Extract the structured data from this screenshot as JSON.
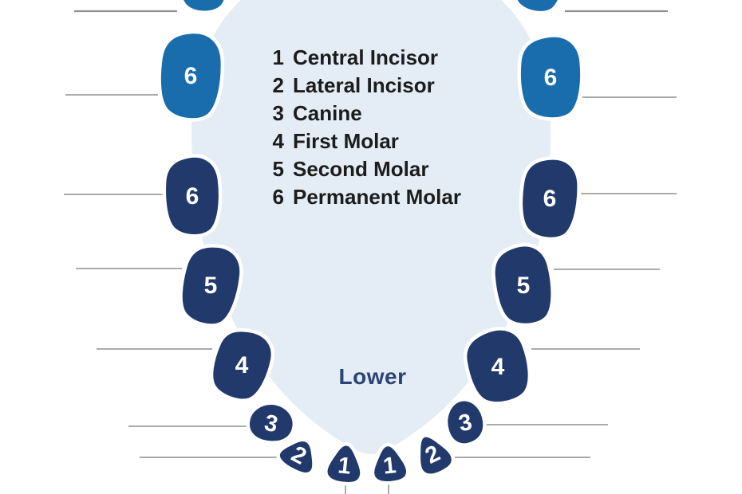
{
  "legend": {
    "items": [
      {
        "num": "1",
        "label": "Central Incisor"
      },
      {
        "num": "2",
        "label": "Lateral Incisor"
      },
      {
        "num": "3",
        "label": "Canine"
      },
      {
        "num": "4",
        "label": "First Molar"
      },
      {
        "num": "5",
        "label": "Second Molar"
      },
      {
        "num": "6",
        "label": "Permanent Molar"
      }
    ]
  },
  "arch": {
    "label": "Lower"
  },
  "teeth": {
    "left": [
      {
        "num": "",
        "type": "molar-partial-top",
        "shade": "highlight"
      },
      {
        "num": "6",
        "type": "permanent-molar",
        "shade": "highlight"
      },
      {
        "num": "6",
        "type": "permanent-molar",
        "shade": "primary"
      },
      {
        "num": "5",
        "type": "second-molar",
        "shade": "primary"
      },
      {
        "num": "4",
        "type": "first-molar",
        "shade": "primary"
      },
      {
        "num": "3",
        "type": "canine",
        "shade": "primary"
      },
      {
        "num": "2",
        "type": "lateral-incisor",
        "shade": "primary"
      },
      {
        "num": "1",
        "type": "central-incisor",
        "shade": "primary"
      }
    ],
    "right": [
      {
        "num": "",
        "type": "molar-partial-top",
        "shade": "highlight"
      },
      {
        "num": "6",
        "type": "permanent-molar",
        "shade": "highlight"
      },
      {
        "num": "6",
        "type": "permanent-molar",
        "shade": "primary"
      },
      {
        "num": "5",
        "type": "second-molar",
        "shade": "primary"
      },
      {
        "num": "4",
        "type": "first-molar",
        "shade": "primary"
      },
      {
        "num": "3",
        "type": "canine",
        "shade": "primary"
      },
      {
        "num": "2",
        "type": "lateral-incisor",
        "shade": "primary"
      },
      {
        "num": "1",
        "type": "central-incisor",
        "shade": "primary"
      }
    ]
  },
  "colors": {
    "background": "#ffffff",
    "arch_fill": "#e4edf5",
    "tooth_primary": "#223a6b",
    "tooth_highlight": "#1a6dac",
    "tooth_number": "#ffffff",
    "leader_line": "#8f8f8f",
    "legend_text": "#1c1c1c",
    "arch_label": "#2d4373"
  }
}
